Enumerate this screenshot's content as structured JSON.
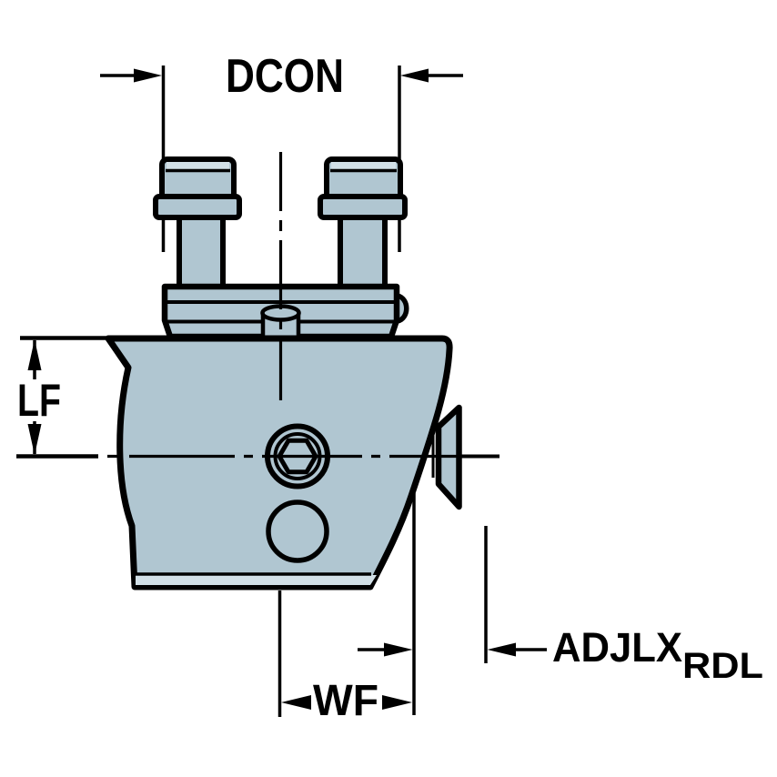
{
  "drawing": {
    "title": "Cutting unit dimensional drawing",
    "labels": {
      "dcon": "DCON",
      "lf": "LF",
      "wf": "WF",
      "adjlx": "ADJLX",
      "adjlx_sub": "RDL"
    },
    "colors": {
      "background": "#ffffff",
      "outline": "#000000",
      "body_fill": "#b0c6d1",
      "highlight_fill": "#d2e0e7"
    }
  }
}
